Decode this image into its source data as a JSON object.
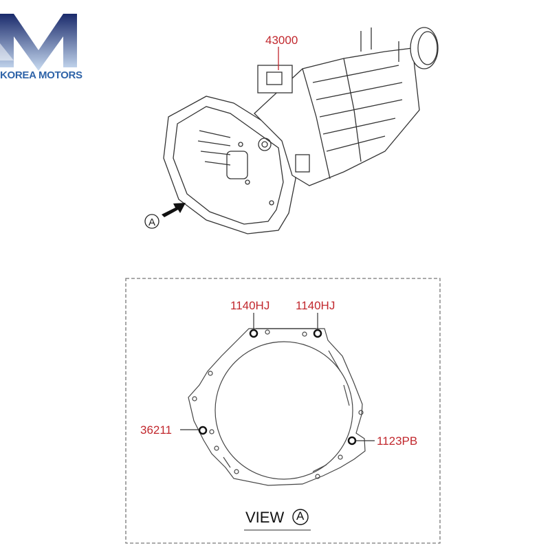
{
  "logo": {
    "text": "KOREA MOTORS",
    "colors": {
      "dark": "#1a2a6b",
      "light": "#c9dcf2",
      "text": "#2e63a8"
    }
  },
  "diagram": {
    "assembly_part": "43000",
    "view_marker": "A",
    "callouts": [
      {
        "part": "1140HJ"
      },
      {
        "part": "1140HJ"
      },
      {
        "part": "36211"
      },
      {
        "part": "1123PB"
      }
    ],
    "view_label": "VIEW",
    "label_color": "#c1272d"
  }
}
